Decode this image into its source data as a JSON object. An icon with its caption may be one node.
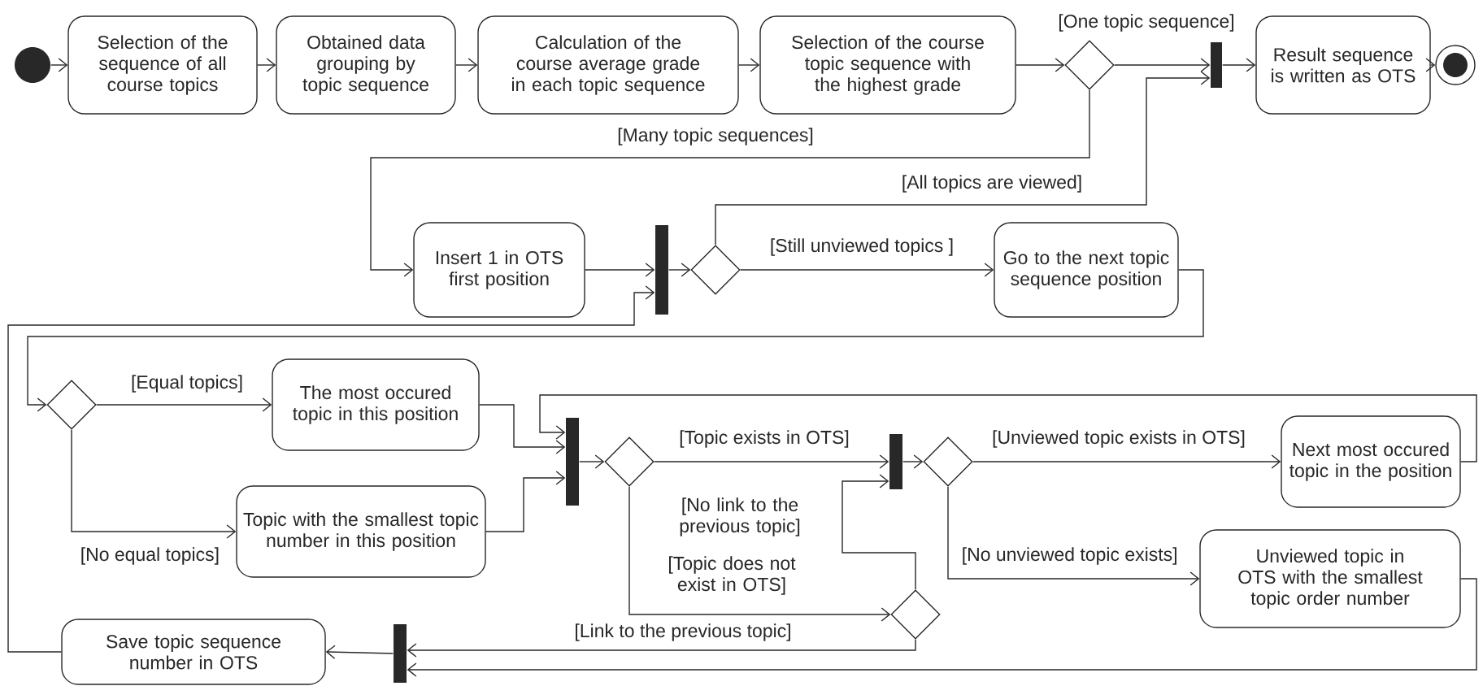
{
  "diagram": {
    "nodes": [
      {
        "text": [],
        "shape": "circle"
      },
      {
        "text": [
          "Selection of the sequence of all course topics"
        ]
      },
      {
        "text": [
          "Obtained data grouping by topic sequence"
        ]
      },
      {
        "text": [
          "Calculation of the course average grade in each topic sequence"
        ]
      },
      {
        "text": [
          "Selection of the course topic sequence with the highest grade"
        ]
      },
      {
        "text": [],
        "shape": "diamond"
      },
      {
        "text": [],
        "shape": "bar"
      },
      {
        "text": [
          "Result sequence is written as OTS"
        ]
      },
      {
        "text": [],
        "shape": "circle"
      },
      {
        "text": [
          "Insert 1 in OTS first position"
        ]
      },
      {
        "text": [],
        "shape": "bar"
      },
      {
        "text": [],
        "shape": "diamond"
      },
      {
        "text": [
          "Go to the next topic sequence position"
        ]
      },
      {
        "text": [],
        "shape": "diamond"
      },
      {
        "text": [
          "The most occured topic in this position"
        ]
      },
      {
        "text": [
          "Topic with the smallest topic number in this position"
        ]
      },
      {
        "text": [],
        "shape": "bar"
      },
      {
        "text": [],
        "shape": "diamond"
      },
      {
        "text": [],
        "shape": "bar"
      },
      {
        "text": [],
        "shape": "diamond"
      },
      {
        "text": [
          "Next most occured topic in the position"
        ]
      },
      {
        "text": [
          "Unviewed topic in OTS with the smallest topic order number"
        ]
      },
      {
        "text": [],
        "shape": "diamond"
      },
      {
        "text": [
          "Save topic sequence number in OTS"
        ]
      },
      {
        "text": [],
        "shape": "bar"
      }
    ],
    "edges": [
      {
        "from": 0,
        "to": 1,
        "arrow": "to"
      },
      {
        "from": 1,
        "to": 2,
        "arrow": "to"
      },
      {
        "from": 2,
        "to": 3,
        "arrow": "to"
      },
      {
        "from": 3,
        "to": 4,
        "arrow": "to"
      },
      {
        "from": 4,
        "to": 5,
        "arrow": "to"
      },
      {
        "from": 5,
        "to": 6,
        "arrow": "to",
        "label": "[One topic sequence]"
      },
      {
        "from": 6,
        "to": 7,
        "arrow": "to"
      },
      {
        "from": 7,
        "to": 8,
        "arrow": "to"
      },
      {
        "from": 5,
        "to": 9,
        "arrow": "to",
        "label": "[Many topic sequences]"
      },
      {
        "from": 9,
        "to": 10,
        "arrow": "to"
      },
      {
        "from": 10,
        "to": 11,
        "arrow": "to"
      },
      {
        "from": 11,
        "to": 12,
        "arrow": "to",
        "label": "[Still unviewed topics ]"
      },
      {
        "from": 11,
        "to": 6,
        "arrow": "to",
        "label": "[All topics are viewed]"
      },
      {
        "from": 12,
        "to": 13,
        "arrow": "to"
      },
      {
        "from": 13,
        "to": 14,
        "arrow": "to",
        "label": "[Equal topics]"
      },
      {
        "from": 13,
        "to": 15,
        "arrow": "to",
        "label": "[No equal topics]"
      },
      {
        "from": 14,
        "to": 16,
        "arrow": "to"
      },
      {
        "from": 15,
        "to": 16,
        "arrow": "to"
      },
      {
        "from": 16,
        "to": 17,
        "arrow": "to"
      },
      {
        "from": 17,
        "to": 18,
        "arrow": "to",
        "label": "[Topic exists in OTS]"
      },
      {
        "from": 17,
        "to": 22,
        "arrow": "to",
        "label": "[Topic does not exist in OTS]"
      },
      {
        "from": 22,
        "to": 18,
        "arrow": "to",
        "label": "[No link to the previous topic]"
      },
      {
        "from": 22,
        "to": 24,
        "arrow": "to",
        "label": "[Link to the previous topic]"
      },
      {
        "from": 18,
        "to": 19,
        "arrow": "to"
      },
      {
        "from": 19,
        "to": 20,
        "arrow": "to",
        "label": "[Unviewed topic exists in OTS]"
      },
      {
        "from": 19,
        "to": 21,
        "arrow": "to",
        "label": "[No unviewed topic exists]"
      },
      {
        "from": 20,
        "to": 16,
        "arrow": "to"
      },
      {
        "from": 21,
        "to": 24,
        "arrow": "to"
      },
      {
        "from": 24,
        "to": 23,
        "arrow": "to"
      },
      {
        "from": 23,
        "to": 10,
        "arrow": "to"
      }
    ]
  }
}
